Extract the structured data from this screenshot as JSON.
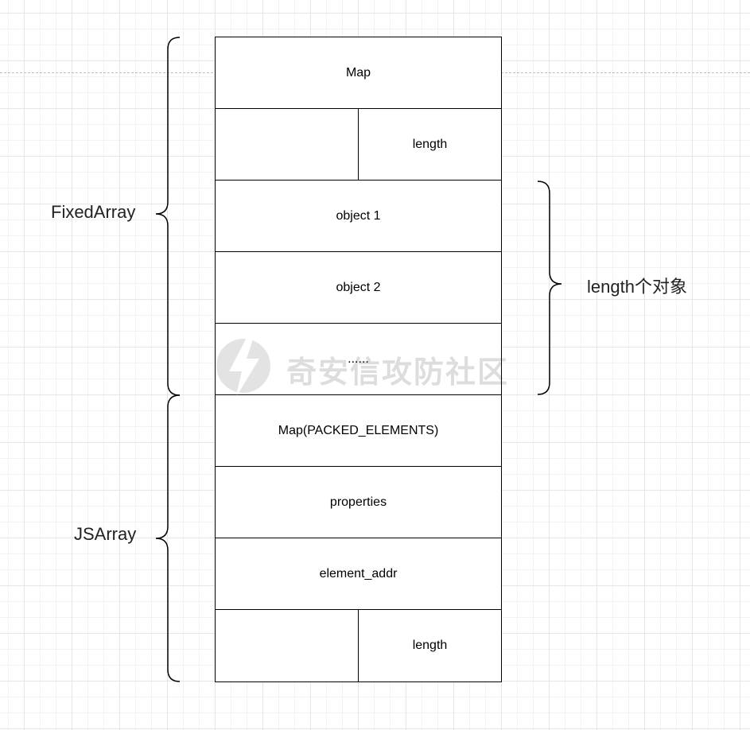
{
  "diagram": {
    "cells": {
      "map": "Map",
      "length_top": "length",
      "object1": "object 1",
      "object2": "object 2",
      "ellipsis": "......",
      "map_packed": "Map(PACKED_ELEMENTS)",
      "properties": "properties",
      "element_addr": "element_addr",
      "length_bottom": "length"
    },
    "labels": {
      "fixed_array": "FixedArray",
      "length_objects": "length个对象",
      "js_array": "JSArray"
    },
    "watermark": "奇安信攻防社区"
  },
  "colors": {
    "border": "#000000",
    "grid": "#e6e6e6",
    "background": "#ffffff"
  }
}
